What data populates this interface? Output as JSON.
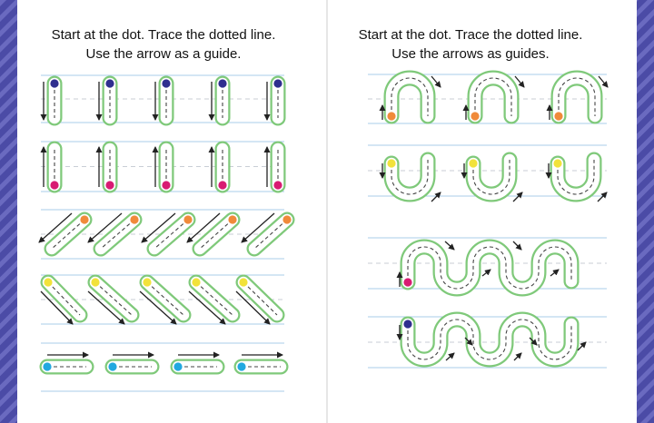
{
  "left_page": {
    "instruction_line1": "Start at the dot. Trace the dotted line.",
    "instruction_line2": "Use the arrow as a guide.",
    "rows": [
      {
        "shape": "vertical-stroke",
        "direction": "down",
        "count": 5,
        "dot_color": "#2f2f8f"
      },
      {
        "shape": "vertical-stroke",
        "direction": "up",
        "count": 5,
        "dot_color": "#d81b72"
      },
      {
        "shape": "diagonal-stroke",
        "direction": "down-left",
        "count": 5,
        "dot_color": "#f08a3a"
      },
      {
        "shape": "diagonal-stroke",
        "direction": "down-right",
        "count": 5,
        "dot_color": "#f2e23a"
      },
      {
        "shape": "horizontal-stroke",
        "direction": "right",
        "count": 4,
        "dot_color": "#22a8e0"
      }
    ]
  },
  "right_page": {
    "instruction_line1": "Start at the dot. Trace the dotted line.",
    "instruction_line2": "Use the arrows as guides.",
    "rows": [
      {
        "shape": "arch",
        "count": 3,
        "dot_color": "#f08a3a"
      },
      {
        "shape": "cup",
        "count": 3,
        "dot_color": "#f2e23a"
      },
      {
        "shape": "wave-arches",
        "count": 1,
        "dot_color": "#d81b72"
      },
      {
        "shape": "wave-cups",
        "count": 1,
        "dot_color": "#2f2f8f"
      }
    ]
  },
  "colors": {
    "border_stripes": "#4b4ba6",
    "border_stripes_light": "#6a6ac0",
    "guide_line": "#a9cdea",
    "guide_midline": "#c9ced6",
    "track_outline": "#7fc97a",
    "dashed_path": "#444444",
    "arrow": "#222222",
    "gutter": "#e6e6e6"
  }
}
